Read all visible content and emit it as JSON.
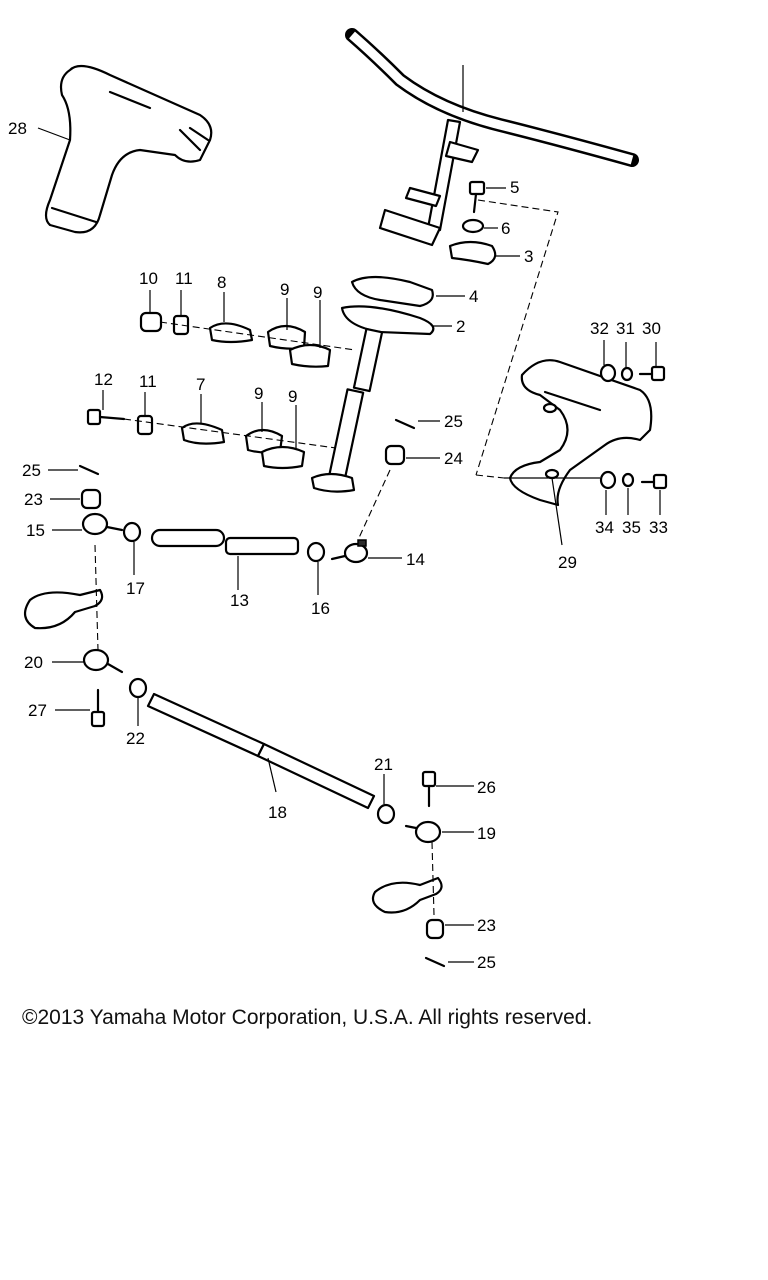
{
  "diagram": {
    "callouts": {
      "c2": "2",
      "c3": "3",
      "c4": "4",
      "c5": "5",
      "c6": "6",
      "c7": "7",
      "c8": "8",
      "c9a": "9",
      "c9b": "9",
      "c9c": "9",
      "c9d": "9",
      "c10": "10",
      "c11a": "11",
      "c11b": "11",
      "c12": "12",
      "c13": "13",
      "c14": "14",
      "c15": "15",
      "c16": "16",
      "c17": "17",
      "c18": "18",
      "c19": "19",
      "c20": "20",
      "c21": "21",
      "c22": "22",
      "c23a": "23",
      "c23b": "23",
      "c24": "24",
      "c25a": "25",
      "c25b": "25",
      "c25c": "25",
      "c26": "26",
      "c27": "27",
      "c28": "28",
      "c29": "29",
      "c30": "30",
      "c31": "31",
      "c32": "32",
      "c33": "33",
      "c34": "34",
      "c35": "35"
    }
  },
  "footer": {
    "copyright": "©2013 Yamaha Motor Corporation, U.S.A. All rights reserved."
  }
}
